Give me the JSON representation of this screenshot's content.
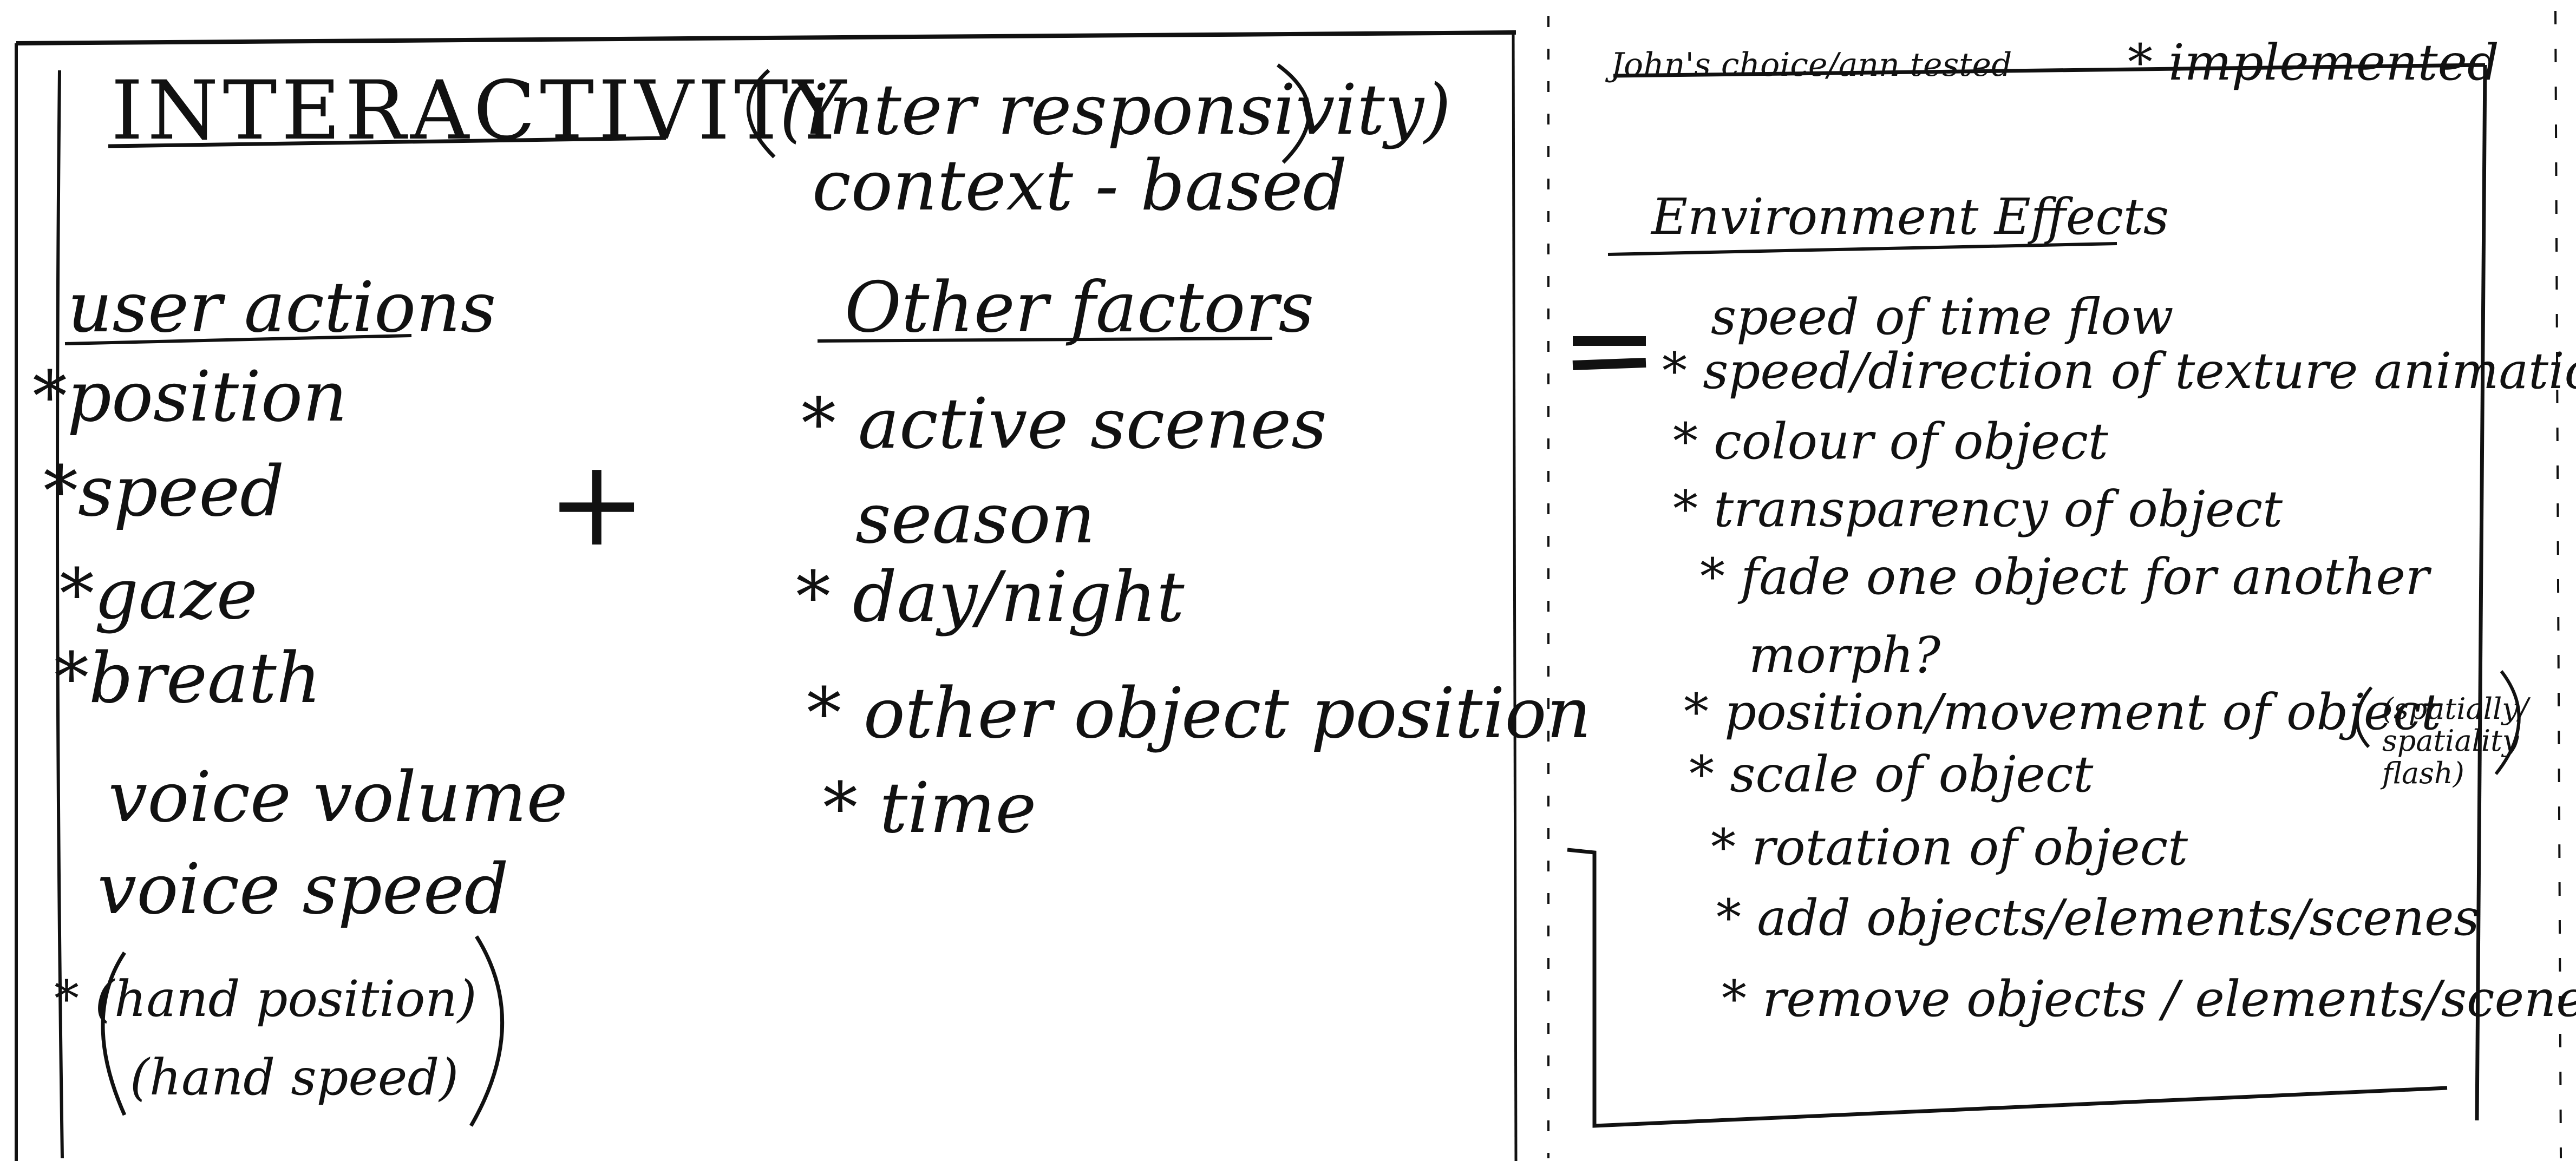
{
  "left_sheet": {
    "title": "INTERACTIVITY",
    "subtitle_line1": "(inter responsivity)",
    "subtitle_line2": "context - based",
    "user_actions": {
      "heading": "user actions",
      "items": [
        "*position",
        "*speed",
        "*gaze",
        "*breath",
        "voice volume",
        "voice speed",
        "* (hand position)",
        "(hand speed)"
      ]
    },
    "plus": "+",
    "other_factors": {
      "heading": "Other factors",
      "items": [
        "* active scenes",
        "season",
        "* day/night",
        "* other object position",
        "* time"
      ]
    }
  },
  "right_sheet": {
    "top_left_note": "John's choice/ann tested",
    "top_right_note": "* implemented",
    "heading": "Environment Effects",
    "equals": "=",
    "items": [
      "speed of time flow",
      "* speed/direction of texture animation",
      "* colour of object",
      "* transparency of object",
      "* fade one object for another",
      "morph?",
      "* position/movement of object",
      "* scale of object",
      "* rotation of object",
      "* add objects/elements/scenes",
      "* remove objects / elements/scenes"
    ],
    "side_note": "(spatially/ spatiality flash)"
  }
}
